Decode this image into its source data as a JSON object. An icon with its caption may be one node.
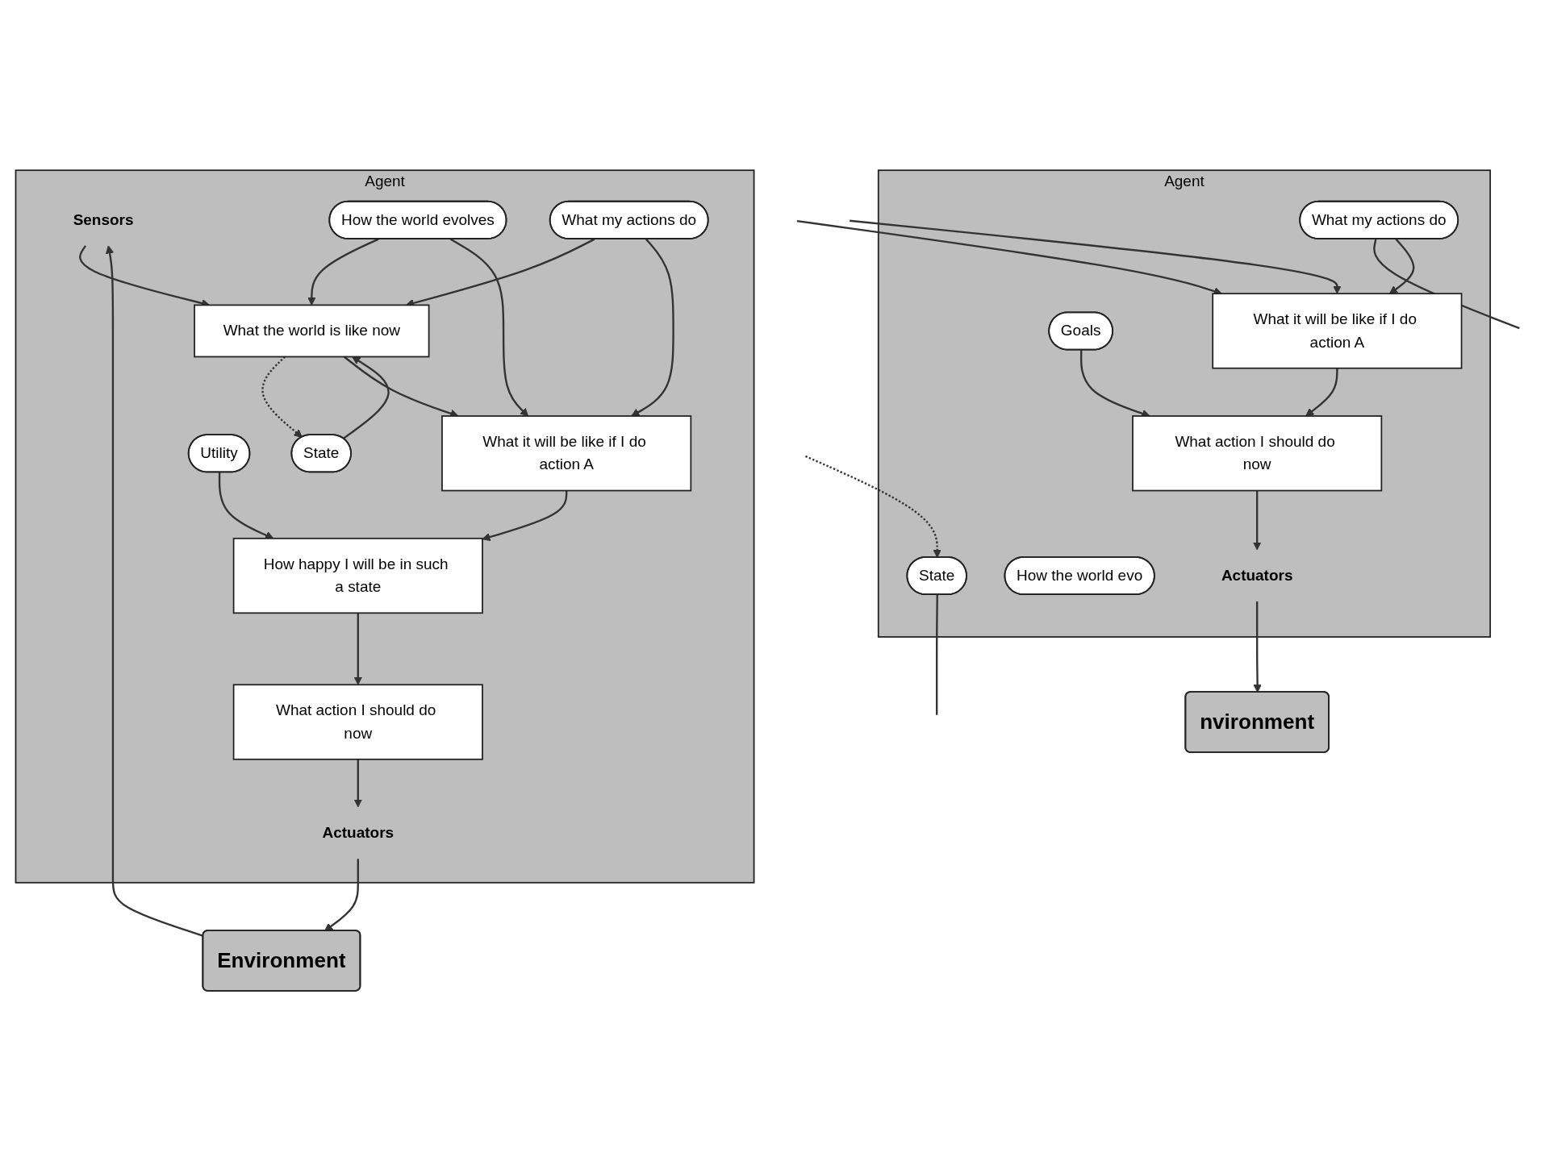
{
  "diagram": {
    "nodes": [
      {
        "text": [
          "Agent"
        ]
      },
      {
        "text": [
          "Sensors"
        ],
        "in": 0
      },
      {
        "text": [
          "State"
        ],
        "in": 0
      },
      {
        "text": [
          "How the world evolves"
        ],
        "in": 0
      },
      {
        "text": [
          "What my actions do"
        ],
        "in": 0
      },
      {
        "text": [
          "Utility"
        ],
        "in": 0
      },
      {
        "text": [
          "What the world is like now"
        ],
        "in": 0
      },
      {
        "text": [
          "What it will be like if I do action A"
        ],
        "in": 0
      },
      {
        "text": [
          "How happy I will be in such a state"
        ],
        "in": 0
      },
      {
        "text": [
          "What action I should do now"
        ],
        "in": 0
      },
      {
        "text": [
          "Actuators"
        ],
        "in": 0
      },
      {
        "text": [
          "Environment"
        ]
      },
      {
        "text": [
          "Agent"
        ]
      },
      {
        "text": [
          "State"
        ],
        "in": 12
      },
      {
        "text": [
          "How the world evo"
        ],
        "in": 12
      },
      {
        "text": [
          "What my actions do"
        ],
        "in": 12
      },
      {
        "text": [
          "Goals"
        ],
        "in": 12
      },
      {
        "text": [
          "What it will be like if I do action A"
        ],
        "in": 12
      },
      {
        "text": [
          "What action I should do now"
        ],
        "in": 12
      },
      {
        "text": [
          "Actuators"
        ],
        "in": 12
      },
      {
        "text": [
          "nvironment"
        ]
      }
    ],
    "edges": [
      {
        "from": 11,
        "to": 1,
        "arrow": "to"
      },
      {
        "from": 1,
        "to": 6,
        "arrow": "to"
      },
      {
        "from": 6,
        "to": 2,
        "arrow": "to",
        "style": "dashed"
      },
      {
        "from": 2,
        "to": 6,
        "arrow": "to"
      },
      {
        "from": 3,
        "to": 6,
        "arrow": "to"
      },
      {
        "from": 3,
        "to": 7,
        "arrow": "to"
      },
      {
        "from": 4,
        "to": 6,
        "arrow": "to"
      },
      {
        "from": 4,
        "to": 7,
        "arrow": "to"
      },
      {
        "from": 6,
        "to": 7,
        "arrow": "to"
      },
      {
        "from": 7,
        "to": 8,
        "arrow": "to"
      },
      {
        "from": 5,
        "to": 8,
        "arrow": "to"
      },
      {
        "from": 8,
        "to": 9,
        "arrow": "to"
      },
      {
        "from": 9,
        "to": 10,
        "arrow": "to"
      },
      {
        "from": 10,
        "to": 11,
        "arrow": "to"
      },
      {
        "from": null,
        "to": 13,
        "arrow": "to",
        "style": "dashed"
      },
      {
        "from": 13,
        "to": null,
        "arrow": "none"
      },
      {
        "from": 15,
        "to": null,
        "arrow": "none"
      },
      {
        "from": null,
        "to": 17,
        "arrow": "to"
      },
      {
        "from": null,
        "to": 17,
        "arrow": "to"
      },
      {
        "from": 15,
        "to": 17,
        "arrow": "to"
      },
      {
        "from": 17,
        "to": 18,
        "arrow": "to"
      },
      {
        "from": 16,
        "to": 18,
        "arrow": "to"
      },
      {
        "from": 18,
        "to": 19,
        "arrow": "to"
      },
      {
        "from": 19,
        "to": 20,
        "arrow": "to"
      }
    ]
  }
}
